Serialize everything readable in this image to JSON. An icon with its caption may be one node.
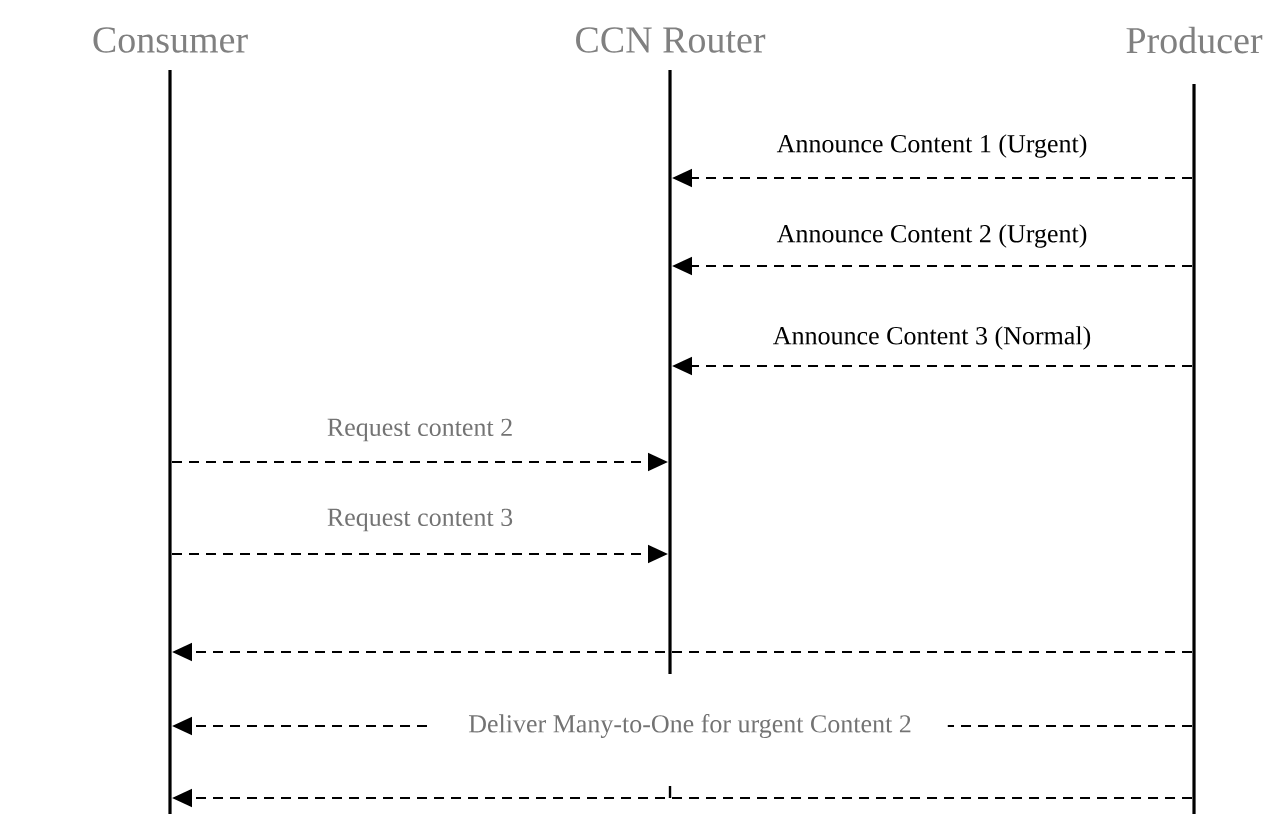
{
  "diagram": {
    "nodes": [
      {
        "text": [
          "Consumer"
        ]
      },
      {
        "text": [
          "CCN Router"
        ]
      },
      {
        "text": [
          "Producer"
        ]
      },
      {
        "text": [],
        "shape": "bar"
      },
      {
        "text": [],
        "shape": "bar"
      },
      {
        "text": [],
        "shape": "bar"
      }
    ],
    "edges": [
      {
        "from": 5,
        "to": 4,
        "arrow": "to",
        "style": "dashed",
        "label": "Announce Content 1 (Urgent)"
      },
      {
        "from": 5,
        "to": 4,
        "arrow": "to",
        "style": "dashed",
        "label": "Announce Content 2 (Urgent)"
      },
      {
        "from": 5,
        "to": 4,
        "arrow": "to",
        "style": "dashed",
        "label": "Announce Content 3 (Normal)"
      },
      {
        "from": 3,
        "to": 4,
        "arrow": "to",
        "style": "dashed",
        "label": "Request content 2"
      },
      {
        "from": 3,
        "to": 4,
        "arrow": "to",
        "style": "dashed",
        "label": "Request content 3"
      },
      {
        "from": 5,
        "to": 3,
        "arrow": "to",
        "style": "dashed"
      },
      {
        "from": 5,
        "to": 3,
        "arrow": "to",
        "style": "dashed",
        "label": "Deliver Many-to-One for urgent Content 2"
      },
      {
        "from": 5,
        "to": 3,
        "arrow": "to",
        "style": "dashed"
      }
    ]
  }
}
